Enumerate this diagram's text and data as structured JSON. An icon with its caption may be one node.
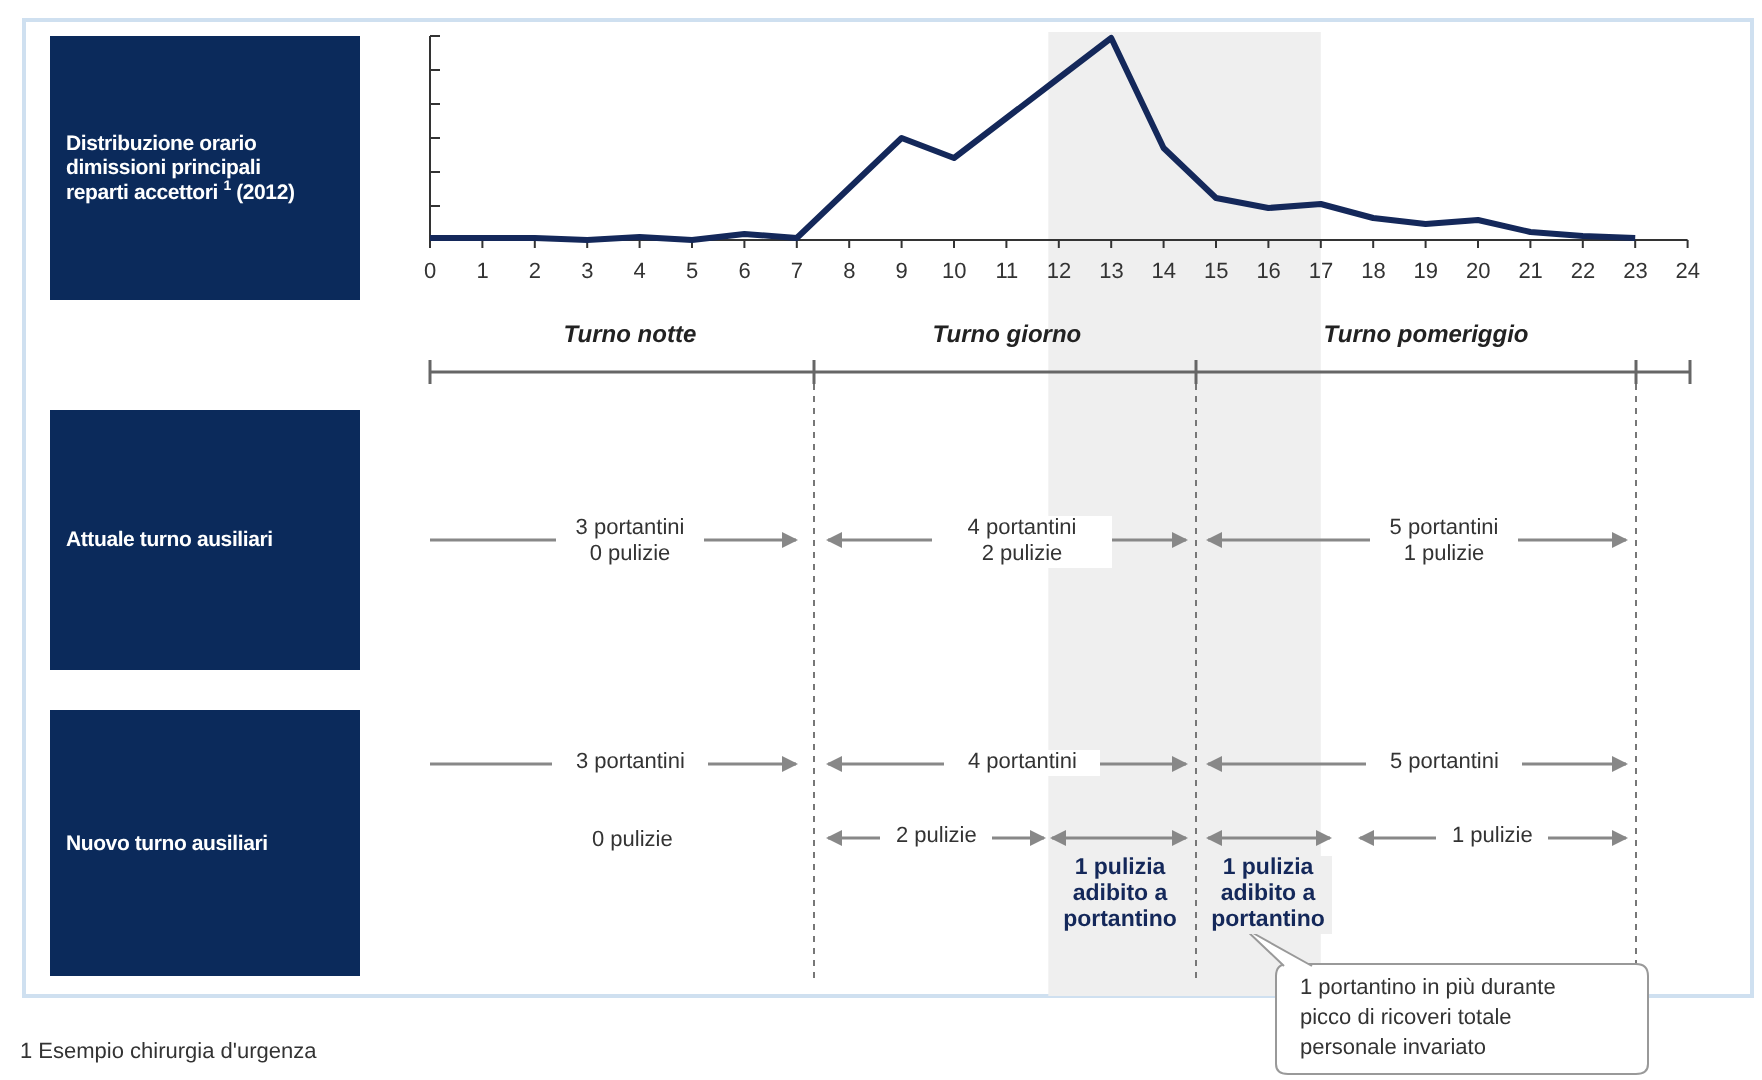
{
  "diagram": {
    "nodes": [
      {
        "text": [
          "Distribuzione orario dimissioni principali reparti accettori $^{1}$ (2012)"
        ]
      },
      {
        "text": [
          "Attuale turno ausiliari"
        ]
      },
      {
        "text": [
          "Nuovo turno ausiliari"
        ]
      },
      {
        "text": [
          "1 portantino in più durante picco di ricoveri totale personale invariato"
        ]
      }
    ],
    "edges": [],
    "labels": [
      "0",
      "1",
      "2",
      "3",
      "4",
      "5",
      "6",
      "7",
      "8",
      "9",
      "10",
      "11",
      "12",
      "13",
      "14",
      "15",
      "16",
      "17",
      "18",
      "19",
      "20",
      "21",
      "22",
      "23",
      "24",
      "Turno notte",
      "Turno giorno",
      "Turno pomeriggio",
      "3 portantini 0 pulizie",
      "4 portantini 2 pulizie",
      "5 portantini 1 pulizie",
      "3 portantini",
      "4 portantini",
      "5 portantini",
      "0 pulizie",
      "2 pulizie",
      "1 pulizia adibito a portantino",
      "1 pulizia adibito a portantino",
      "1 pulizie",
      "1 Esempio chirurgia d'urgenza"
    ]
  }
}
